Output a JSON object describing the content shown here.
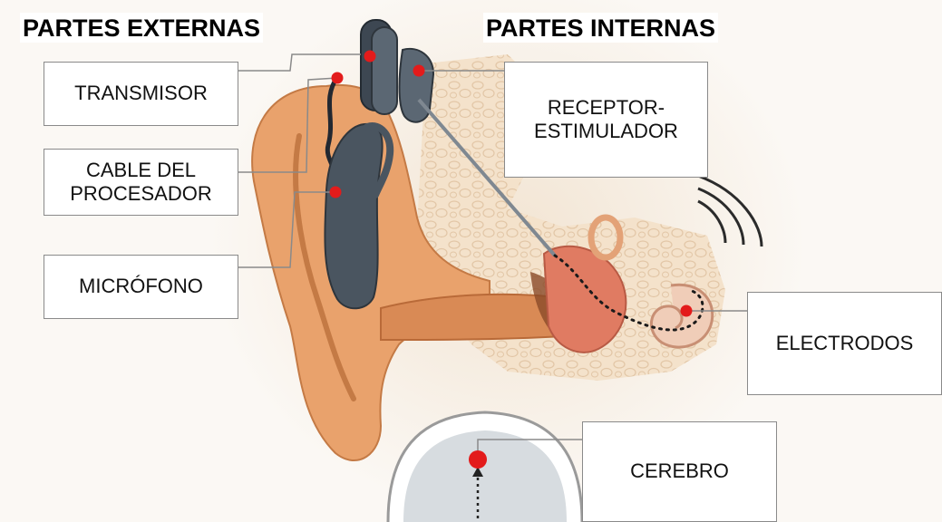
{
  "headings": {
    "external": "PARTES EXTERNAS",
    "internal": "PARTES INTERNAS"
  },
  "labels": {
    "transmisor": "TRANSMISOR",
    "cable": "CABLE DEL\nPROCESADOR",
    "microfono": "MICRÓFONO",
    "receptor": "RECEPTOR-\nESTIMULADOR",
    "electrodos": "ELECTRODOS",
    "cerebro": "CEREBRO"
  },
  "colors": {
    "marker": "#e31b1b",
    "device": "#4a5560",
    "skin": "#e9a26c",
    "skull_tissue": "#f3dcc0",
    "leader_line": "#8a8a8a"
  }
}
